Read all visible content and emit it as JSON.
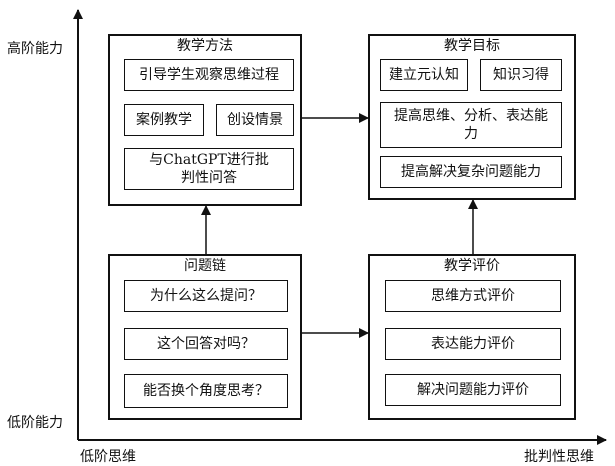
{
  "axes": {
    "y_high": "高阶能力",
    "y_low": "低阶能力",
    "x_low": "低阶思维",
    "x_high": "批判性思维"
  },
  "methods": {
    "title": "教学方法",
    "items": [
      "引导学生观察思维过程",
      "案例教学",
      "创设情景",
      "与ChatGPT进行批判性问答"
    ]
  },
  "goals": {
    "title": "教学目标",
    "items": [
      "建立元认知",
      "知识习得",
      "提高思维、分析、表达能力",
      "提高解决复杂问题能力"
    ]
  },
  "chain": {
    "title": "问题链",
    "items": [
      "为什么这么提问？",
      "这个回答对吗？",
      "能否换个角度思考？"
    ]
  },
  "evaluation": {
    "title": "教学评价",
    "items": [
      "思维方式评价",
      "表达能力评价",
      "解决问题能力评价"
    ]
  }
}
